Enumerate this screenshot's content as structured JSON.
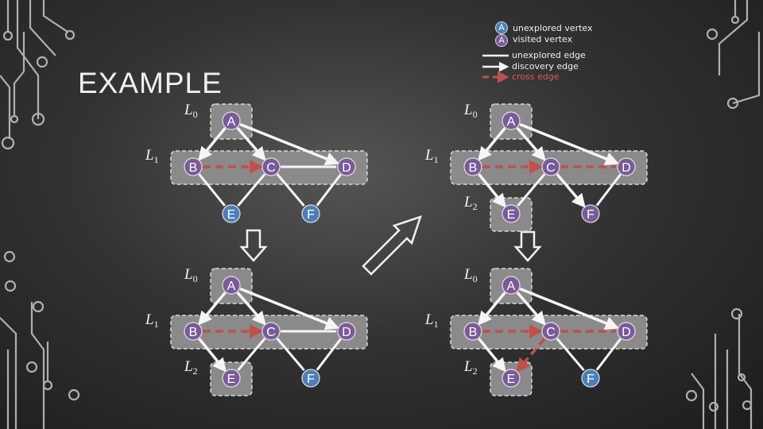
{
  "title": "EXAMPLE",
  "legend": {
    "unexplored_vertex": "unexplored vertex",
    "visited_vertex": "visited vertex",
    "unexplored_edge": "unexplored edge",
    "discovery_edge": "discovery edge",
    "cross_edge": "cross edge",
    "vertex_letter": "A"
  },
  "colors": {
    "unexplored": "#4d7eb8",
    "visited": "#7a5a98",
    "level_box": "#8a8a8a",
    "edge_unexplored": "#f5f5f5",
    "edge_cross": "#c0504d"
  },
  "level_letter": "L",
  "panels": [
    {
      "id": "top-left",
      "levels": [
        "0",
        "1"
      ],
      "vertices": [
        {
          "label": "A",
          "state": "visited"
        },
        {
          "label": "B",
          "state": "visited"
        },
        {
          "label": "C",
          "state": "visited"
        },
        {
          "label": "D",
          "state": "visited"
        },
        {
          "label": "E",
          "state": "unexplored"
        },
        {
          "label": "F",
          "state": "unexplored"
        }
      ],
      "edges": [
        {
          "from": "A",
          "to": "B",
          "type": "discovery"
        },
        {
          "from": "A",
          "to": "C",
          "type": "discovery"
        },
        {
          "from": "A",
          "to": "D",
          "type": "discovery"
        },
        {
          "from": "B",
          "to": "C",
          "type": "cross"
        },
        {
          "from": "C",
          "to": "D",
          "type": "unexplored"
        },
        {
          "from": "B",
          "to": "E",
          "type": "unexplored"
        },
        {
          "from": "C",
          "to": "E",
          "type": "unexplored"
        },
        {
          "from": "C",
          "to": "F",
          "type": "unexplored"
        },
        {
          "from": "D",
          "to": "F",
          "type": "unexplored"
        }
      ]
    },
    {
      "id": "bottom-left",
      "levels": [
        "0",
        "1",
        "2"
      ],
      "vertices": [
        {
          "label": "A",
          "state": "visited"
        },
        {
          "label": "B",
          "state": "visited"
        },
        {
          "label": "C",
          "state": "visited"
        },
        {
          "label": "D",
          "state": "visited"
        },
        {
          "label": "E",
          "state": "visited"
        },
        {
          "label": "F",
          "state": "unexplored"
        }
      ],
      "edges": [
        {
          "from": "A",
          "to": "B",
          "type": "discovery"
        },
        {
          "from": "A",
          "to": "C",
          "type": "discovery"
        },
        {
          "from": "A",
          "to": "D",
          "type": "discovery"
        },
        {
          "from": "B",
          "to": "C",
          "type": "cross"
        },
        {
          "from": "C",
          "to": "D",
          "type": "unexplored"
        },
        {
          "from": "B",
          "to": "E",
          "type": "discovery"
        },
        {
          "from": "C",
          "to": "E",
          "type": "unexplored"
        },
        {
          "from": "C",
          "to": "F",
          "type": "unexplored"
        },
        {
          "from": "D",
          "to": "F",
          "type": "unexplored"
        }
      ]
    },
    {
      "id": "top-right",
      "levels": [
        "0",
        "1",
        "2"
      ],
      "vertices": [
        {
          "label": "A",
          "state": "visited"
        },
        {
          "label": "B",
          "state": "visited"
        },
        {
          "label": "C",
          "state": "visited"
        },
        {
          "label": "D",
          "state": "visited"
        },
        {
          "label": "E",
          "state": "visited"
        },
        {
          "label": "F",
          "state": "visited"
        }
      ],
      "edges": [
        {
          "from": "A",
          "to": "B",
          "type": "discovery"
        },
        {
          "from": "A",
          "to": "C",
          "type": "discovery"
        },
        {
          "from": "A",
          "to": "D",
          "type": "discovery"
        },
        {
          "from": "B",
          "to": "C",
          "type": "cross"
        },
        {
          "from": "C",
          "to": "D",
          "type": "cross"
        },
        {
          "from": "B",
          "to": "E",
          "type": "discovery"
        },
        {
          "from": "C",
          "to": "E",
          "type": "unexplored"
        },
        {
          "from": "C",
          "to": "F",
          "type": "discovery"
        },
        {
          "from": "D",
          "to": "F",
          "type": "unexplored"
        }
      ]
    },
    {
      "id": "bottom-right",
      "levels": [
        "0",
        "1",
        "2"
      ],
      "vertices": [
        {
          "label": "A",
          "state": "visited"
        },
        {
          "label": "B",
          "state": "visited"
        },
        {
          "label": "C",
          "state": "visited"
        },
        {
          "label": "D",
          "state": "visited"
        },
        {
          "label": "E",
          "state": "visited"
        },
        {
          "label": "F",
          "state": "unexplored"
        }
      ],
      "edges": [
        {
          "from": "A",
          "to": "B",
          "type": "discovery"
        },
        {
          "from": "A",
          "to": "C",
          "type": "discovery"
        },
        {
          "from": "A",
          "to": "D",
          "type": "discovery"
        },
        {
          "from": "B",
          "to": "C",
          "type": "cross"
        },
        {
          "from": "C",
          "to": "D",
          "type": "cross"
        },
        {
          "from": "B",
          "to": "E",
          "type": "discovery"
        },
        {
          "from": "C",
          "to": "E",
          "type": "cross"
        },
        {
          "from": "C",
          "to": "F",
          "type": "unexplored"
        },
        {
          "from": "D",
          "to": "F",
          "type": "unexplored"
        }
      ]
    }
  ]
}
